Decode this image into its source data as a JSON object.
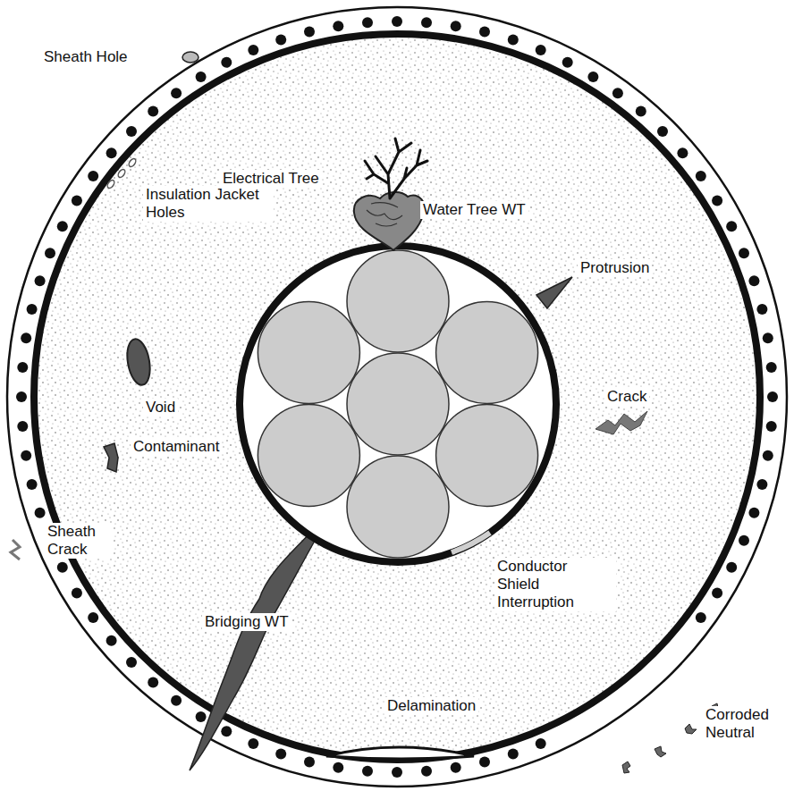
{
  "diagram": {
    "labels": [
      "Sheath Hole",
      "Electrical Tree",
      "Insulation Jacket Holes",
      "Water Tree WT",
      "Protrusion",
      "Crack",
      "Void",
      "Contaminant",
      "Sheath Crack",
      "Bridging WT",
      "Conductor Shield Interruption",
      "Delamination",
      "Corroded Neutral"
    ]
  }
}
